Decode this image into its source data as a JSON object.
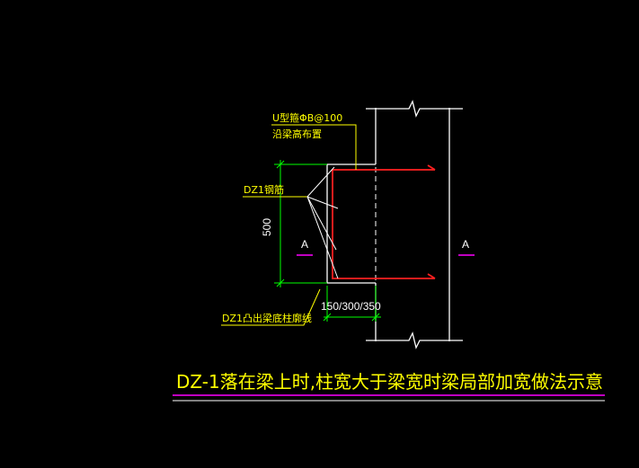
{
  "drawing": {
    "labels": {
      "u_stirrup_line1": "U型箍ΦB@100",
      "u_stirrup_line2": "沿梁高布置",
      "dz1_rebar": "DZ1钢筋",
      "dz1_outline": "DZ1凸出梁底柱廓线",
      "dim_vertical": "500",
      "dim_horizontal": "150/300/350",
      "section_a_left": "A",
      "section_a_right": "A"
    },
    "title": "DZ-1落在梁上时,柱宽大于梁宽时梁局部加宽做法示意",
    "colors": {
      "background": "#000000",
      "beam": "#ffffff",
      "rebar": "#ff2020",
      "dimension": "#00ff00",
      "leader": "#ffff00",
      "section_mark": "#ff00ff",
      "title_line": "#ff00ff"
    }
  }
}
